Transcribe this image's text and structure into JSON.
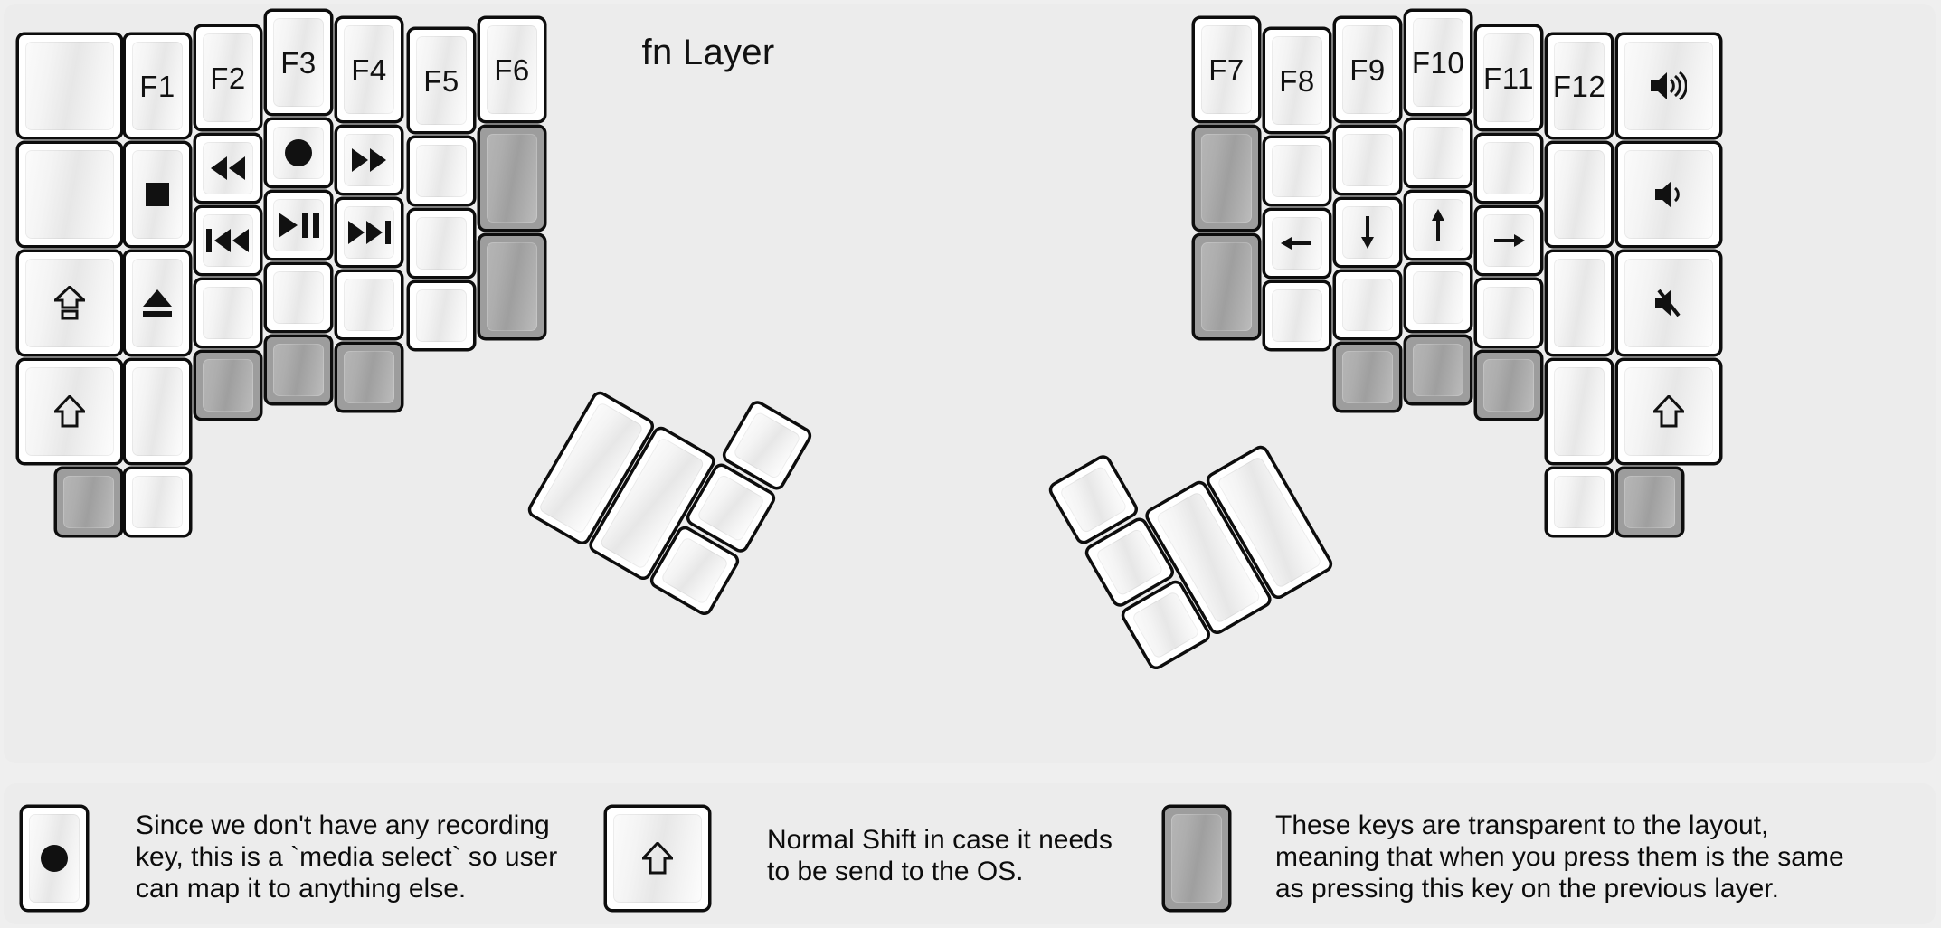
{
  "title": "fn Layer",
  "colors": {
    "background": "#efefef",
    "panel": "#ececec",
    "key_outline": "#0d0d0d",
    "key_face": "#f4f4f4",
    "transparent_key": "#9d9d9d"
  },
  "keyboard": {
    "left_half": {
      "columns": [
        {
          "name": "col-pinky-outer",
          "keys": [
            {
              "label": "",
              "icon": "blank",
              "transparent": false
            },
            {
              "label": "",
              "icon": "blank",
              "transparent": false
            },
            {
              "label": "⇧",
              "icon": "caps-lock-icon",
              "transparent": false
            },
            {
              "label": "⇧",
              "icon": "shift-icon",
              "transparent": false
            },
            {
              "label": "",
              "icon": "blank",
              "transparent": true
            }
          ]
        },
        {
          "name": "col-pinky",
          "keys": [
            {
              "label": "F1",
              "icon": "none",
              "transparent": false
            },
            {
              "label": "■",
              "icon": "stop-icon",
              "transparent": false
            },
            {
              "label": "⏏",
              "icon": "eject-icon",
              "transparent": false
            },
            {
              "label": "",
              "icon": "blank",
              "transparent": false
            },
            {
              "label": "",
              "icon": "blank",
              "transparent": false
            }
          ]
        },
        {
          "name": "col-ring",
          "keys": [
            {
              "label": "F2",
              "icon": "none",
              "transparent": false
            },
            {
              "label": "◀◀",
              "icon": "rewind-icon",
              "transparent": false
            },
            {
              "label": "|◀◀",
              "icon": "prev-track-icon",
              "transparent": false
            },
            {
              "label": "",
              "icon": "blank",
              "transparent": false
            },
            {
              "label": "",
              "icon": "blank",
              "transparent": true
            }
          ]
        },
        {
          "name": "col-middle",
          "keys": [
            {
              "label": "F3",
              "icon": "none",
              "transparent": false
            },
            {
              "label": "●",
              "icon": "record-icon",
              "transparent": false
            },
            {
              "label": "▶||",
              "icon": "play-pause-icon",
              "transparent": false
            },
            {
              "label": "",
              "icon": "blank",
              "transparent": false
            },
            {
              "label": "",
              "icon": "blank",
              "transparent": true
            }
          ]
        },
        {
          "name": "col-index",
          "keys": [
            {
              "label": "F4",
              "icon": "none",
              "transparent": false
            },
            {
              "label": "▶▶",
              "icon": "fast-forward-icon",
              "transparent": false
            },
            {
              "label": "▶▶|",
              "icon": "next-track-icon",
              "transparent": false
            },
            {
              "label": "",
              "icon": "blank",
              "transparent": false
            },
            {
              "label": "",
              "icon": "blank",
              "transparent": true
            }
          ]
        },
        {
          "name": "col-inner",
          "keys": [
            {
              "label": "F5",
              "icon": "none",
              "transparent": false
            },
            {
              "label": "",
              "icon": "blank",
              "transparent": false
            },
            {
              "label": "",
              "icon": "blank",
              "transparent": false
            },
            {
              "label": "",
              "icon": "blank",
              "transparent": false
            }
          ]
        },
        {
          "name": "col-inner-most",
          "keys": [
            {
              "label": "F6",
              "icon": "none",
              "transparent": false
            },
            {
              "label": "",
              "icon": "blank",
              "transparent": true
            },
            {
              "label": "",
              "icon": "blank",
              "transparent": true
            }
          ]
        }
      ],
      "thumb_cluster": [
        {
          "label": "",
          "icon": "blank",
          "transparent": false,
          "size": "2u"
        },
        {
          "label": "",
          "icon": "blank",
          "transparent": false,
          "size": "2u"
        },
        {
          "label": "",
          "icon": "blank",
          "transparent": false,
          "size": "1u"
        },
        {
          "label": "",
          "icon": "blank",
          "transparent": false,
          "size": "1u"
        },
        {
          "label": "",
          "icon": "blank",
          "transparent": false,
          "size": "1u"
        }
      ]
    },
    "right_half": {
      "columns": [
        {
          "name": "col-inner-most",
          "keys": [
            {
              "label": "F7",
              "icon": "none",
              "transparent": false
            },
            {
              "label": "",
              "icon": "blank",
              "transparent": true
            },
            {
              "label": "",
              "icon": "blank",
              "transparent": true
            }
          ]
        },
        {
          "name": "col-inner",
          "keys": [
            {
              "label": "F8",
              "icon": "none",
              "transparent": false
            },
            {
              "label": "",
              "icon": "blank",
              "transparent": false
            },
            {
              "label": "←",
              "icon": "arrow-left-icon",
              "transparent": false
            },
            {
              "label": "",
              "icon": "blank",
              "transparent": false
            }
          ]
        },
        {
          "name": "col-index",
          "keys": [
            {
              "label": "F9",
              "icon": "none",
              "transparent": false
            },
            {
              "label": "",
              "icon": "blank",
              "transparent": false
            },
            {
              "label": "↓",
              "icon": "arrow-down-icon",
              "transparent": false
            },
            {
              "label": "",
              "icon": "blank",
              "transparent": false
            },
            {
              "label": "",
              "icon": "blank",
              "transparent": true
            }
          ]
        },
        {
          "name": "col-middle",
          "keys": [
            {
              "label": "F10",
              "icon": "none",
              "transparent": false
            },
            {
              "label": "",
              "icon": "blank",
              "transparent": false
            },
            {
              "label": "↑",
              "icon": "arrow-up-icon",
              "transparent": false
            },
            {
              "label": "",
              "icon": "blank",
              "transparent": false
            },
            {
              "label": "",
              "icon": "blank",
              "transparent": true
            }
          ]
        },
        {
          "name": "col-ring",
          "keys": [
            {
              "label": "F11",
              "icon": "none",
              "transparent": false
            },
            {
              "label": "",
              "icon": "blank",
              "transparent": false
            },
            {
              "label": "→",
              "icon": "arrow-right-icon",
              "transparent": false
            },
            {
              "label": "",
              "icon": "blank",
              "transparent": false
            },
            {
              "label": "",
              "icon": "blank",
              "transparent": true
            }
          ]
        },
        {
          "name": "col-pinky",
          "keys": [
            {
              "label": "F12",
              "icon": "none",
              "transparent": false
            },
            {
              "label": "",
              "icon": "blank",
              "transparent": false
            },
            {
              "label": "",
              "icon": "blank",
              "transparent": false
            },
            {
              "label": "",
              "icon": "blank",
              "transparent": false
            },
            {
              "label": "",
              "icon": "blank",
              "transparent": false
            }
          ]
        },
        {
          "name": "col-pinky-outer",
          "keys": [
            {
              "label": "🔊",
              "icon": "volume-up-icon",
              "transparent": false
            },
            {
              "label": "🔉",
              "icon": "volume-down-icon",
              "transparent": false
            },
            {
              "label": "🔇",
              "icon": "volume-mute-icon",
              "transparent": false
            },
            {
              "label": "⇧",
              "icon": "shift-icon",
              "transparent": false
            },
            {
              "label": "",
              "icon": "blank",
              "transparent": true
            }
          ]
        }
      ],
      "thumb_cluster": [
        {
          "label": "",
          "icon": "blank",
          "transparent": false,
          "size": "1u"
        },
        {
          "label": "",
          "icon": "blank",
          "transparent": false,
          "size": "1u"
        },
        {
          "label": "",
          "icon": "blank",
          "transparent": false,
          "size": "1u"
        },
        {
          "label": "",
          "icon": "blank",
          "transparent": false,
          "size": "2u"
        },
        {
          "label": "",
          "icon": "blank",
          "transparent": false,
          "size": "2u"
        }
      ]
    }
  },
  "notes": [
    {
      "key_icon": "record-icon",
      "key_label": "●",
      "text": "Since we don't have any recording\nkey, this is a `media select` so user\ncan map it to anything else."
    },
    {
      "key_icon": "shift-icon",
      "key_label": "⇧",
      "text": "Normal Shift in case it needs\nto be send to the OS."
    },
    {
      "key_icon": "transparent-key",
      "key_label": "",
      "text": "These keys are transparent to the layout,\nmeaning that when you press them is the same\nas pressing this key on the previous layer."
    }
  ]
}
